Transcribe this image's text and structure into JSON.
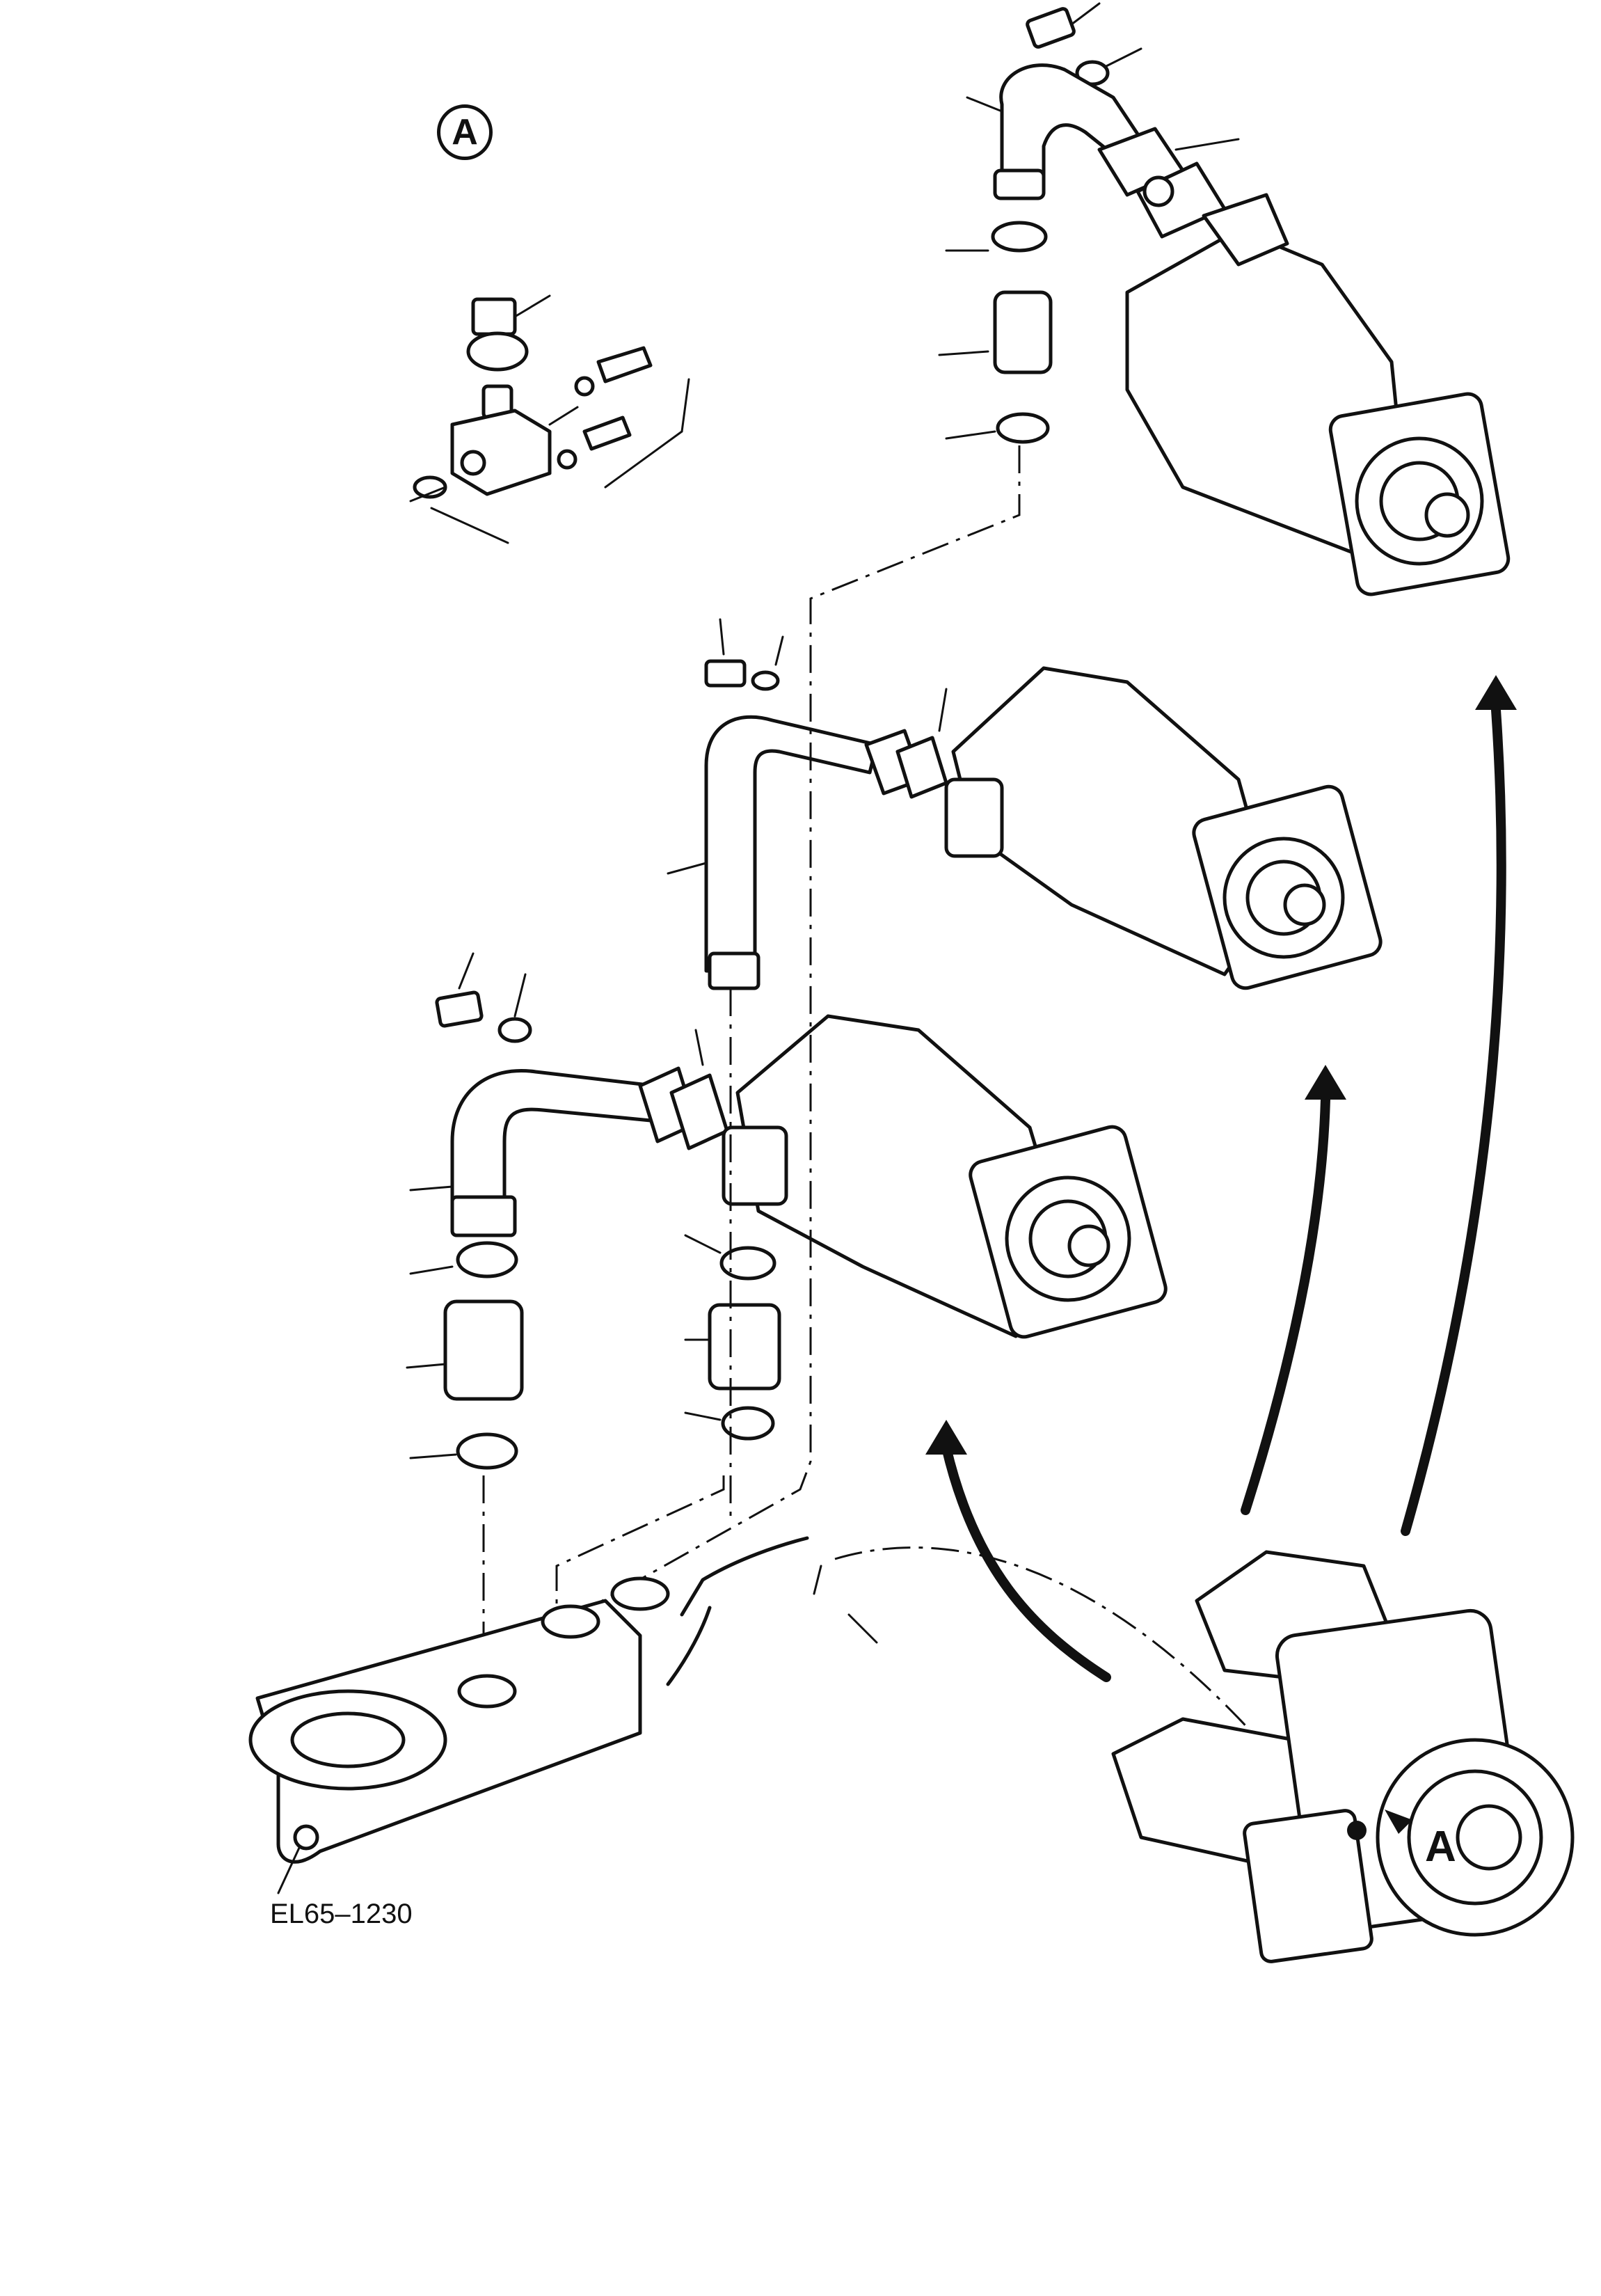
{
  "diagram": {
    "drawing_number": "EL65–1230",
    "detail_marker": "A",
    "view_arrow_label": "A"
  }
}
